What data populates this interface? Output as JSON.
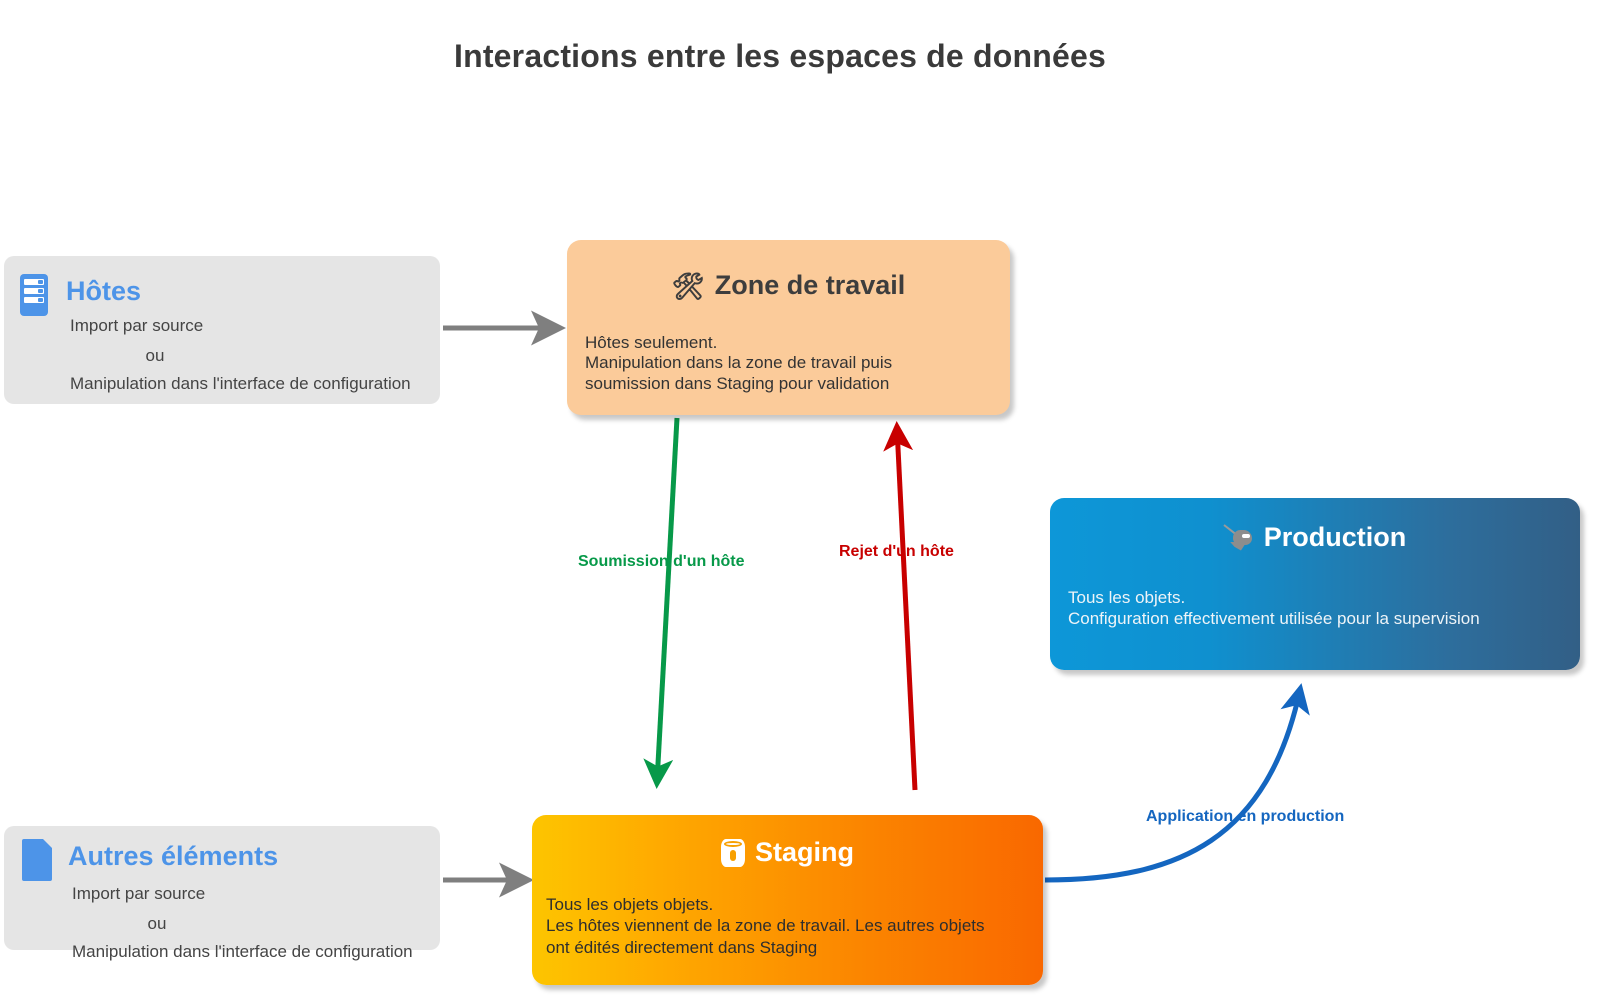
{
  "title": "Interactions entre les espaces de données",
  "colors": {
    "background": "#ffffff",
    "title_text": "#3a3a3a",
    "source_box_bg": "#e5e5e5",
    "source_title_blue": "#4d94e8",
    "workspace_bg": "#fbcb9a",
    "staging_gradient_from": "#fdc500",
    "staging_gradient_to": "#f96800",
    "production_gradient_from": "#0d97d8",
    "production_gradient_to": "#325f86",
    "arrow_grey": "#7f7f7f",
    "arrow_green": "#079949",
    "arrow_red": "#c80000",
    "arrow_blue": "#1466c0"
  },
  "nodes": {
    "hosts": {
      "icon": "server-rack-icon",
      "title": "Hôtes",
      "line1": "Import par source",
      "line2": "ou",
      "line3": "Manipulation dans l'interface de configuration"
    },
    "other_elements": {
      "icon": "document-page-icon",
      "title": "Autres éléments",
      "line1": "Import par source",
      "line2": "ou",
      "line3": "Manipulation dans l'interface de configuration"
    },
    "workspace": {
      "icon": "hammer-and-wrench-icon",
      "icon_glyph": "🛠",
      "title": "Zone de travail",
      "body": "Hôtes seulement.\nManipulation dans la zone de travail puis\nsoumission dans Staging pour validation"
    },
    "staging": {
      "icon": "database-icon",
      "title": "Staging",
      "body": "Tous les objets objets.\nLes hôtes viennent de la zone de travail. Les autres objets\nont édités directement dans Staging"
    },
    "production": {
      "icon": "ninja-icon",
      "title": "Production",
      "body": "Tous les objets.\nConfiguration effectivement utilisée pour la supervision"
    }
  },
  "edges": {
    "hosts_to_workspace": {
      "label": "",
      "color": "#7f7f7f"
    },
    "other_to_staging": {
      "label": "",
      "color": "#7f7f7f"
    },
    "workspace_to_staging": {
      "label": "Soumission d'un hôte",
      "color": "#079949"
    },
    "staging_to_workspace": {
      "label": "Rejet d'un hôte",
      "color": "#c80000"
    },
    "staging_to_production": {
      "label": "Application en production",
      "color": "#1466c0"
    }
  }
}
